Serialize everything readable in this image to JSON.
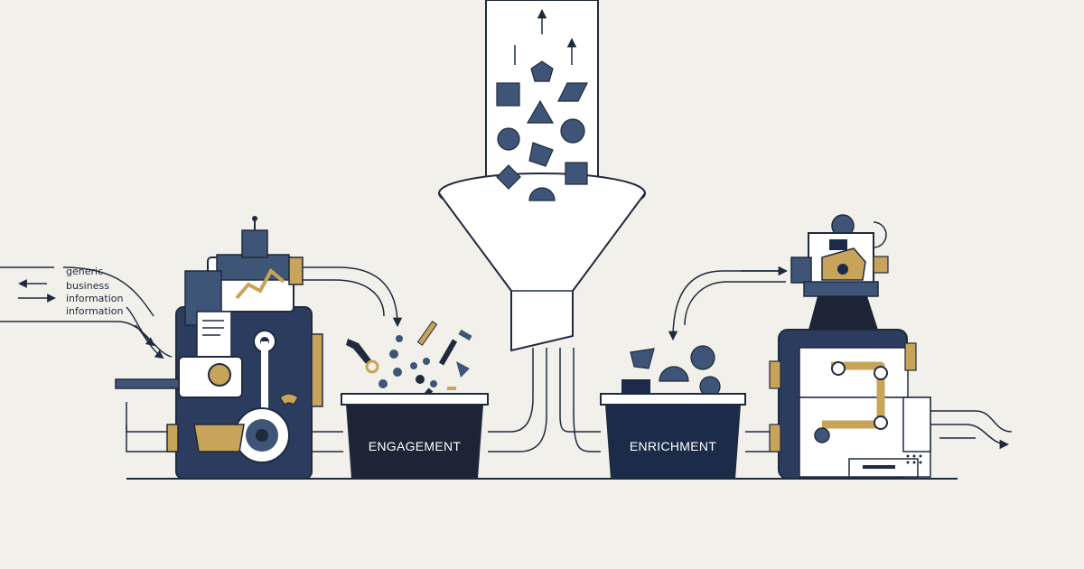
{
  "side_labels": {
    "line1": "generic",
    "line2": "business",
    "line3": "information",
    "line4": "information"
  },
  "bins": {
    "left": "ENGAGEMENT",
    "right": "ENRICHMENT"
  },
  "colors": {
    "background": "#f2f0eb",
    "navy": "#1c2b4a",
    "slate": "#3f5577",
    "gold": "#c8a45a",
    "line": "#1f2a3d",
    "white": "#ffffff"
  }
}
